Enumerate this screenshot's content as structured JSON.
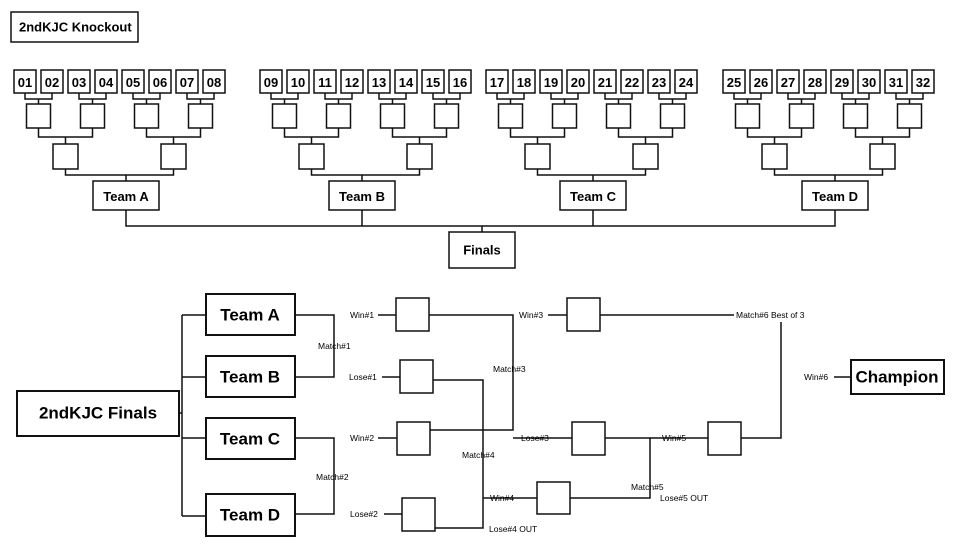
{
  "title": "2ndKJC Knockout",
  "seeds": [
    "01",
    "02",
    "03",
    "04",
    "05",
    "06",
    "07",
    "08",
    "09",
    "10",
    "11",
    "12",
    "13",
    "14",
    "15",
    "16",
    "17",
    "18",
    "19",
    "20",
    "21",
    "22",
    "23",
    "24",
    "25",
    "26",
    "27",
    "28",
    "29",
    "30",
    "31",
    "32"
  ],
  "teams": [
    "Team A",
    "Team B",
    "Team C",
    "Team D"
  ],
  "finals": "Finals",
  "finals_section": {
    "root": "2ndKJC Finals",
    "champion": "Champion",
    "labels": {
      "win1": "Win#1",
      "lose1": "Lose#1",
      "win2": "Win#2",
      "lose2": "Lose#2",
      "match1": "Match#1",
      "match2": "Match#2",
      "match3": "Match#3",
      "match4": "Match#4",
      "match5": "Match#5",
      "match6": "Match#6 Best of 3",
      "win3": "Win#3",
      "lose3": "Lose#3",
      "win4": "Win#4",
      "lose4out": "Lose#4 OUT",
      "win5": "Win#5",
      "lose5out": "Lose#5 OUT",
      "win6": "Win#6"
    }
  }
}
